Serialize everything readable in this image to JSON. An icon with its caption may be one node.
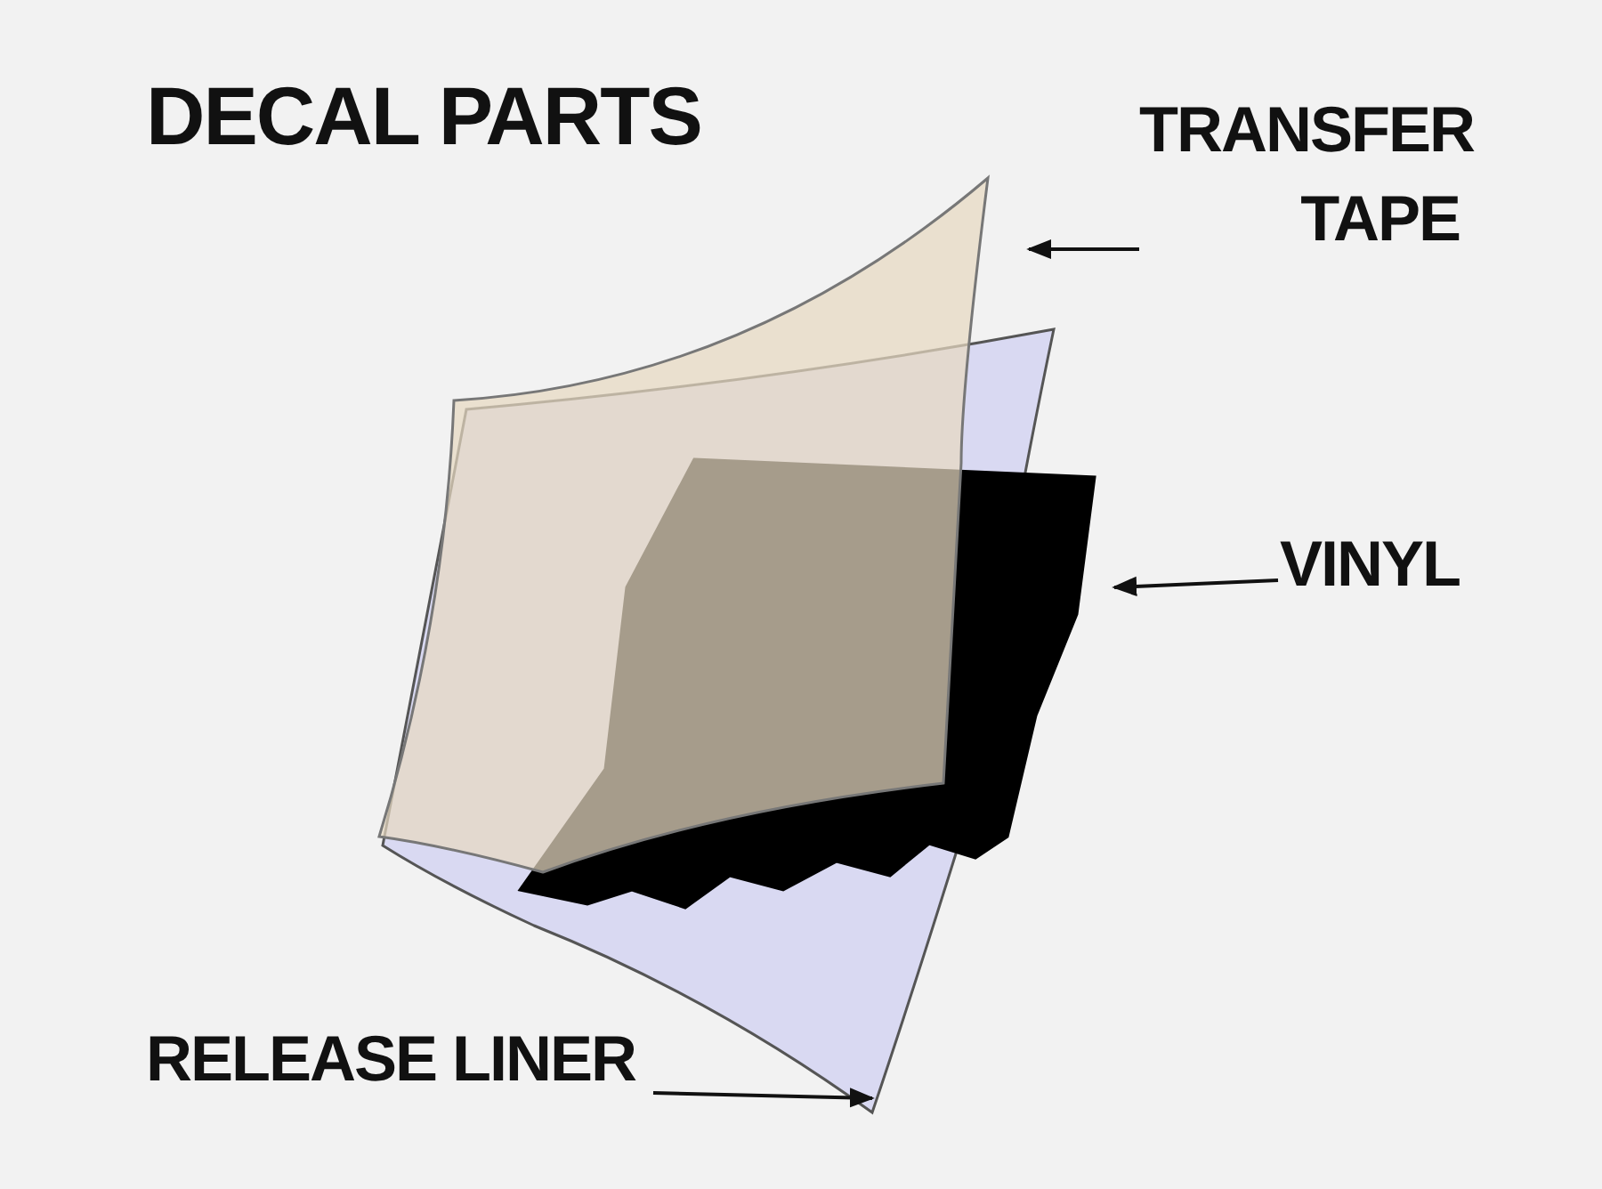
{
  "diagram": {
    "title": "DECAL PARTS",
    "nodes": [
      {
        "text": [
          "TRANSFER TAPE"
        ]
      },
      {
        "text": [],
        "shape": "picture"
      },
      {
        "text": [
          "VINYL"
        ]
      },
      {
        "text": [],
        "shape": "picture"
      },
      {
        "text": [
          "RELEASE LINER"
        ]
      },
      {
        "text": [],
        "shape": "picture"
      }
    ],
    "edges": [
      {
        "from": 0,
        "to": 1,
        "arrow": "to"
      },
      {
        "from": 2,
        "to": 3,
        "arrow": "to"
      },
      {
        "from": 4,
        "to": 5,
        "arrow": "to"
      }
    ]
  }
}
